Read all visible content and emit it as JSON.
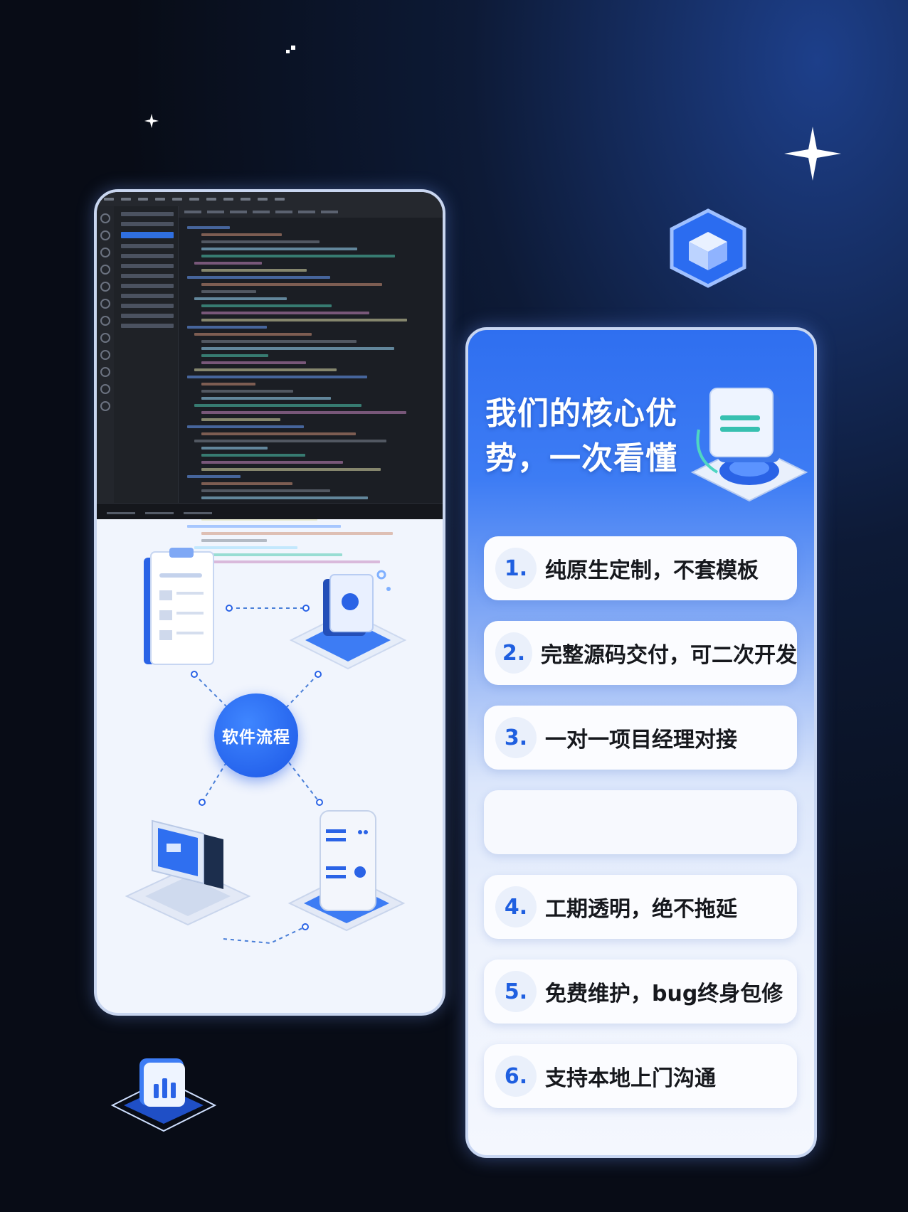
{
  "left_card": {
    "hub_label": "软件流程"
  },
  "right_card": {
    "headline_line1": "我们的核心优",
    "headline_line2": "势，一次看懂",
    "items": [
      {
        "num": "1.",
        "label": "纯原生定制，不套模板"
      },
      {
        "num": "2.",
        "label": "完整源码交付，可二次开发"
      },
      {
        "num": "3.",
        "label": "一对一项目经理对接"
      },
      {
        "num": "",
        "label": ""
      },
      {
        "num": "4.",
        "label": "工期透明，绝不拖延"
      },
      {
        "num": "5.",
        "label": "免费维护，bug终身包修"
      },
      {
        "num": "6.",
        "label": "支持本地上门沟通"
      }
    ]
  },
  "icons": [
    "sparkle-icon",
    "hexagon-cube-icon",
    "document-icon",
    "cloud-server-icon",
    "laptop-icon",
    "server-tower-icon",
    "chart-badge-icon",
    "monitor-illustration-icon"
  ],
  "colors": {
    "accent": "#1f5fe0",
    "background": "#070b14",
    "card_border": "#c9d6f0"
  }
}
